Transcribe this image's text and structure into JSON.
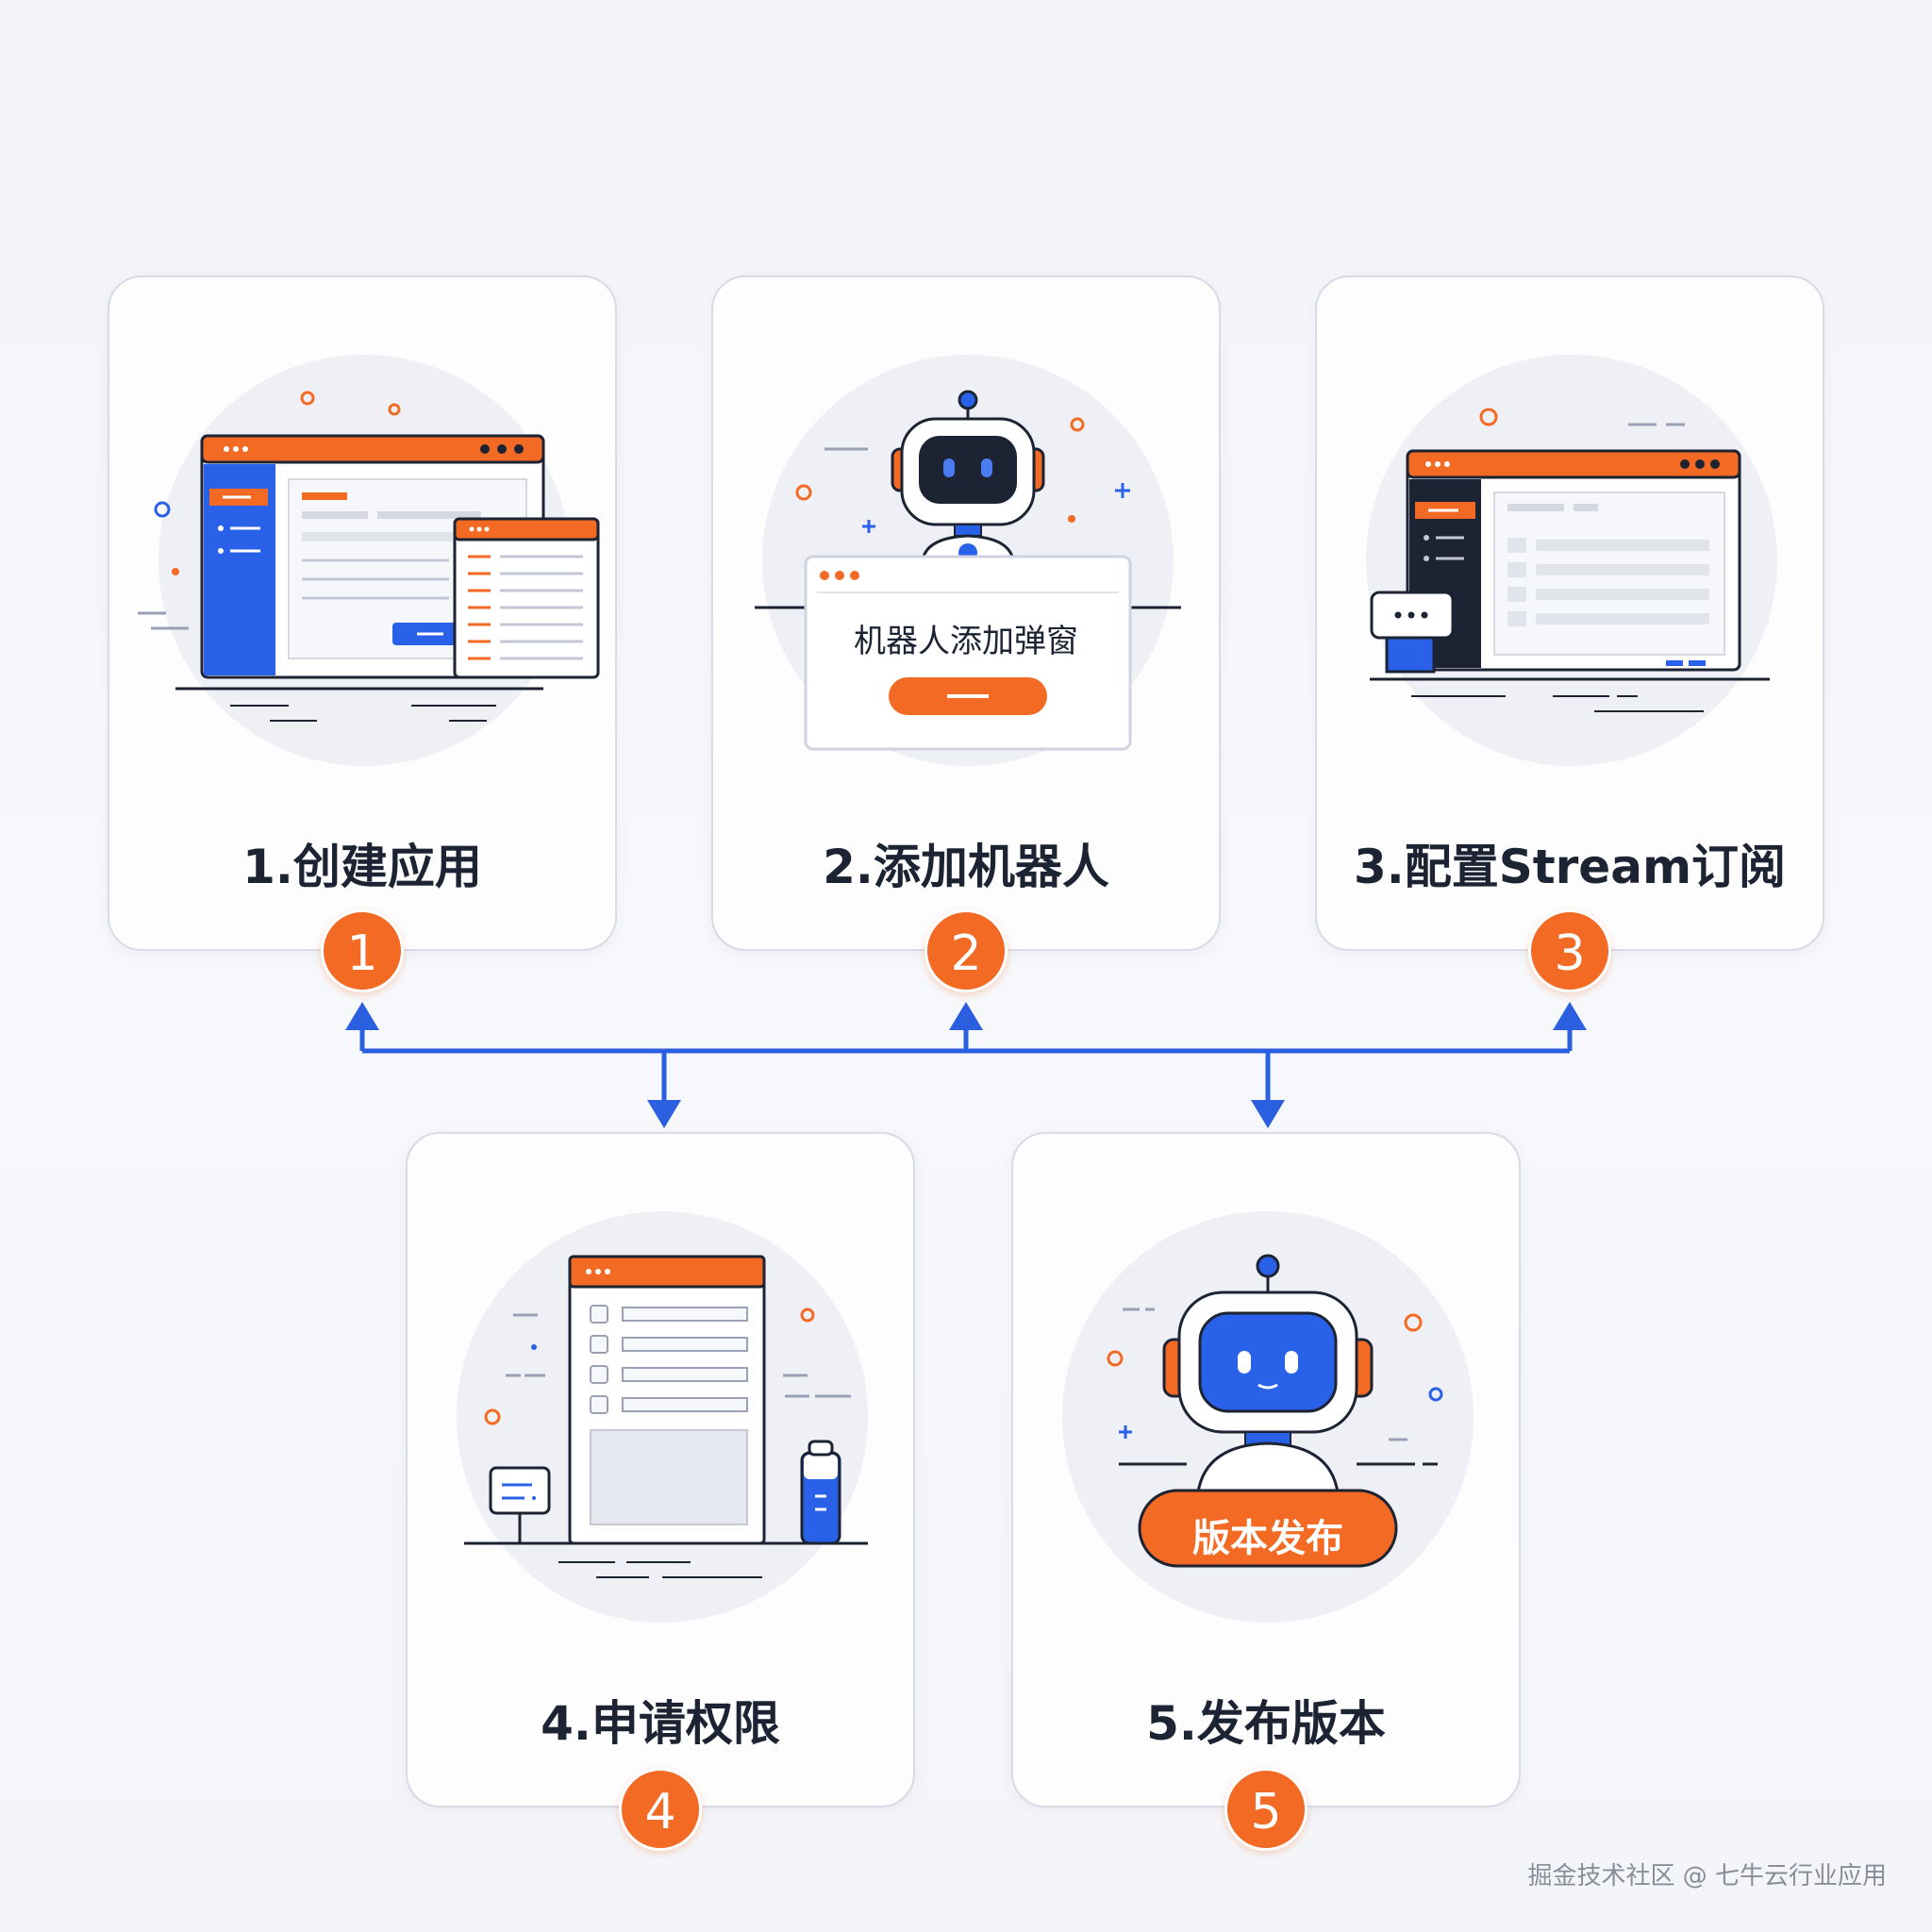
{
  "steps": [
    {
      "label": "1.创建应用",
      "badge": "1",
      "icon": "app-window-icon"
    },
    {
      "label": "2.添加机器人",
      "badge": "2",
      "icon": "robot-icon",
      "popup_title": "机器人添加弹窗"
    },
    {
      "label": "3.配置Stream订阅",
      "badge": "3",
      "icon": "stream-config-icon"
    },
    {
      "label": "4.申请权限",
      "badge": "4",
      "icon": "permission-list-icon"
    },
    {
      "label": "5.发布版本",
      "badge": "5",
      "icon": "robot-publish-icon",
      "publish_label": "版本发布"
    }
  ],
  "watermark": "掘金技术社区 @ 七牛云行业应用",
  "colors": {
    "orange": "#f26a24",
    "blue": "#2962e8",
    "dark": "#1c2333",
    "card_border": "#d8dae6"
  }
}
